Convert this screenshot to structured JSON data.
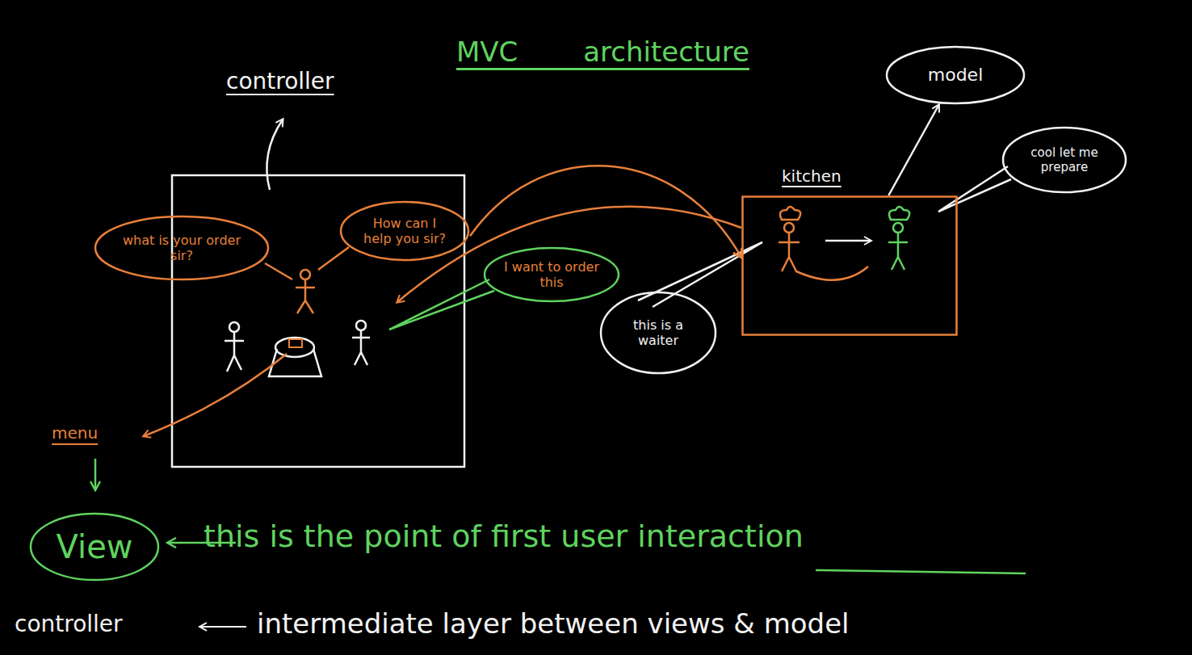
{
  "diagram": {
    "title": "MVC architecture",
    "nodes": [
      {
        "text": [
          "what is your order sir?"
        ]
      },
      {
        "text": [
          "How can I help you sir?"
        ]
      },
      {
        "text": [
          "I want to order this"
        ]
      },
      {
        "text": [
          "kitchen"
        ]
      },
      {
        "text": [
          "this is a waiter"
        ]
      },
      {
        "text": [
          "cool let me prepare"
        ]
      },
      {
        "text": [
          "model"
        ]
      },
      {
        "text": [
          "View"
        ]
      }
    ],
    "edges": [
      {
        "from": 1,
        "to": 3,
        "arrow": "to"
      },
      {
        "from": 3,
        "to": 6,
        "arrow": "to"
      }
    ],
    "labels": [
      "controller",
      "menu",
      "this is the point of first user interaction",
      "controller",
      "intermediate layer between views & model"
    ]
  }
}
